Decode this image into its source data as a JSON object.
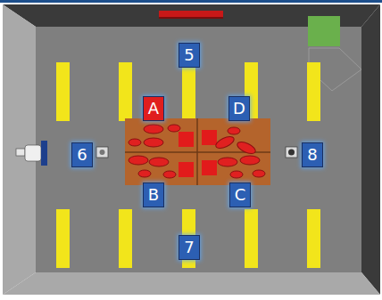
{
  "diagram": {
    "nodes": [
      {
        "text": [
          "5"
        ]
      },
      {
        "text": [
          "A"
        ]
      },
      {
        "text": [
          "D"
        ]
      },
      {
        "text": [
          "6"
        ]
      },
      {
        "text": [
          "8"
        ]
      },
      {
        "text": [
          "B"
        ]
      },
      {
        "text": [
          "C"
        ]
      },
      {
        "text": [
          "7"
        ]
      }
    ]
  }
}
